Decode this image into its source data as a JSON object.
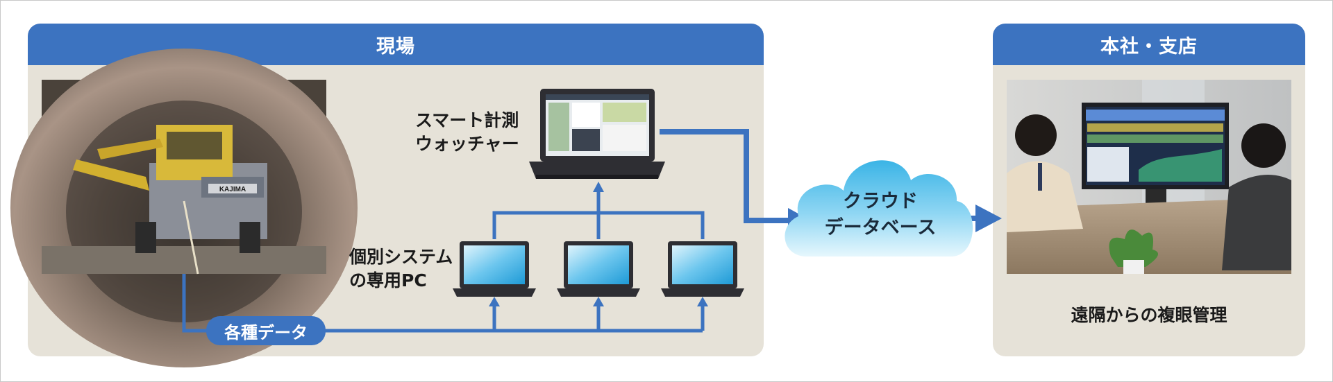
{
  "site": {
    "header": "現場",
    "watcher_label_line1": "スマート計測",
    "watcher_label_line2": "ウォッチャー",
    "pc_label_line1": "個別システム",
    "pc_label_line2": "の専用PC",
    "data_badge": "各種データ",
    "machine_brand": "KAJIMA"
  },
  "cloud": {
    "line1": "クラウド",
    "line2": "データベース"
  },
  "office": {
    "header": "本社・支店",
    "caption": "遠隔からの複眼管理"
  },
  "colors": {
    "accent": "#3c73c0",
    "panel_bg": "#e6e2d8",
    "cloud_light": "#d3f0fb",
    "cloud_dark": "#3ab4e6"
  }
}
